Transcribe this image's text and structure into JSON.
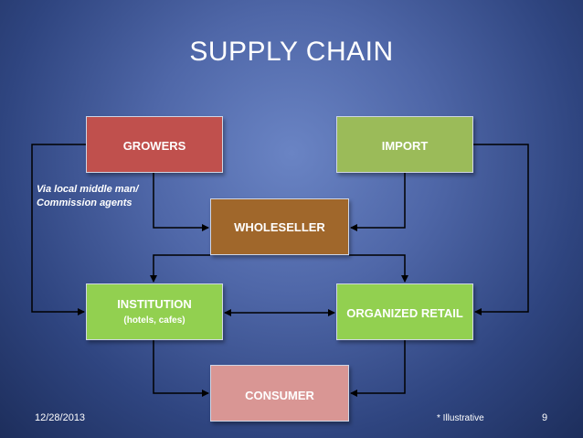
{
  "title": "SUPPLY CHAIN",
  "boxes": {
    "growers": "GROWERS",
    "import": "IMPORT",
    "wholeseller": "WHOLESELLER",
    "institution": "INSTITUTION",
    "institution_sub": "(hotels, cafes)",
    "organized_retail": "ORGANIZED RETAIL",
    "consumer": "CONSUMER"
  },
  "note": {
    "line1": "Via local middle man/",
    "line2": "Commission agents"
  },
  "footer": {
    "date": "12/28/2013",
    "illustrative": "* Illustrative",
    "page": "9"
  },
  "colors": {
    "growers": "#c0504d",
    "import": "#9bbb59",
    "wholeseller": "#a0672b",
    "institution": "#92d050",
    "organized_retail": "#92d050",
    "consumer": "#d99694"
  }
}
